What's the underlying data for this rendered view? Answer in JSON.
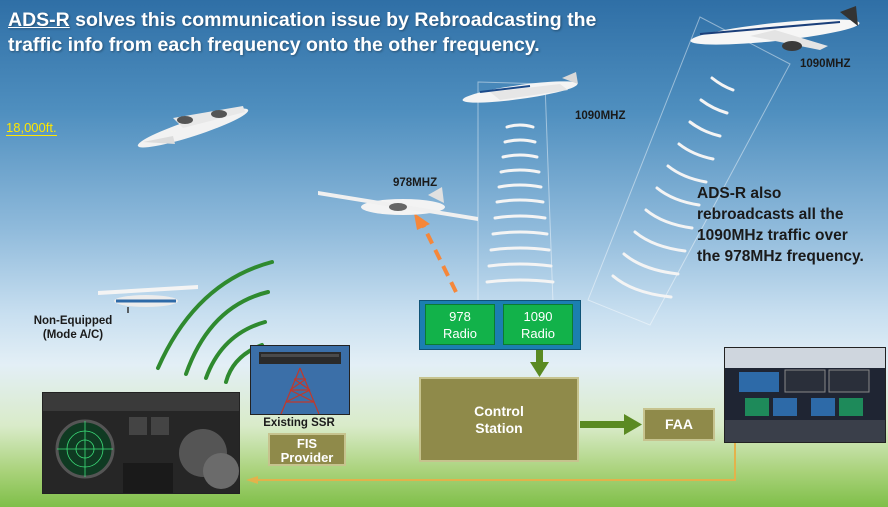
{
  "title": {
    "highlight": "ADS-R",
    "text": " solves this communication issue by Rebroadcasting the traffic info from each frequency onto the other frequency."
  },
  "altitude_label": "18,000ft.",
  "freq_labels": {
    "aircraft_978": "978MHZ",
    "aircraft_1090_mid": "1090MHZ",
    "aircraft_1090_top": "1090MHZ"
  },
  "note": "ADS-R also rebroadcasts all the 1090MHz traffic over the 978MHz frequency.",
  "non_equipped": "Non-Equipped (Mode A/C)",
  "radios": {
    "r978_num": "978",
    "r978_word": "Radio",
    "r1090_num": "1090",
    "r1090_word": "Radio"
  },
  "control_station": {
    "line1": "Control",
    "line2": "Station"
  },
  "faa": "FAA",
  "existing_ssr": "Existing SSR",
  "fis": {
    "line1": "FIS",
    "line2": "Provider"
  },
  "colors": {
    "radio_green": "#12b24a",
    "radio_panel_blue": "#1b7fb1",
    "box_olive": "#8f8a4a",
    "arrow_green": "#5a8a22",
    "arrow_orange": "#f5873a",
    "altitude_yellow": "#ffe600"
  }
}
